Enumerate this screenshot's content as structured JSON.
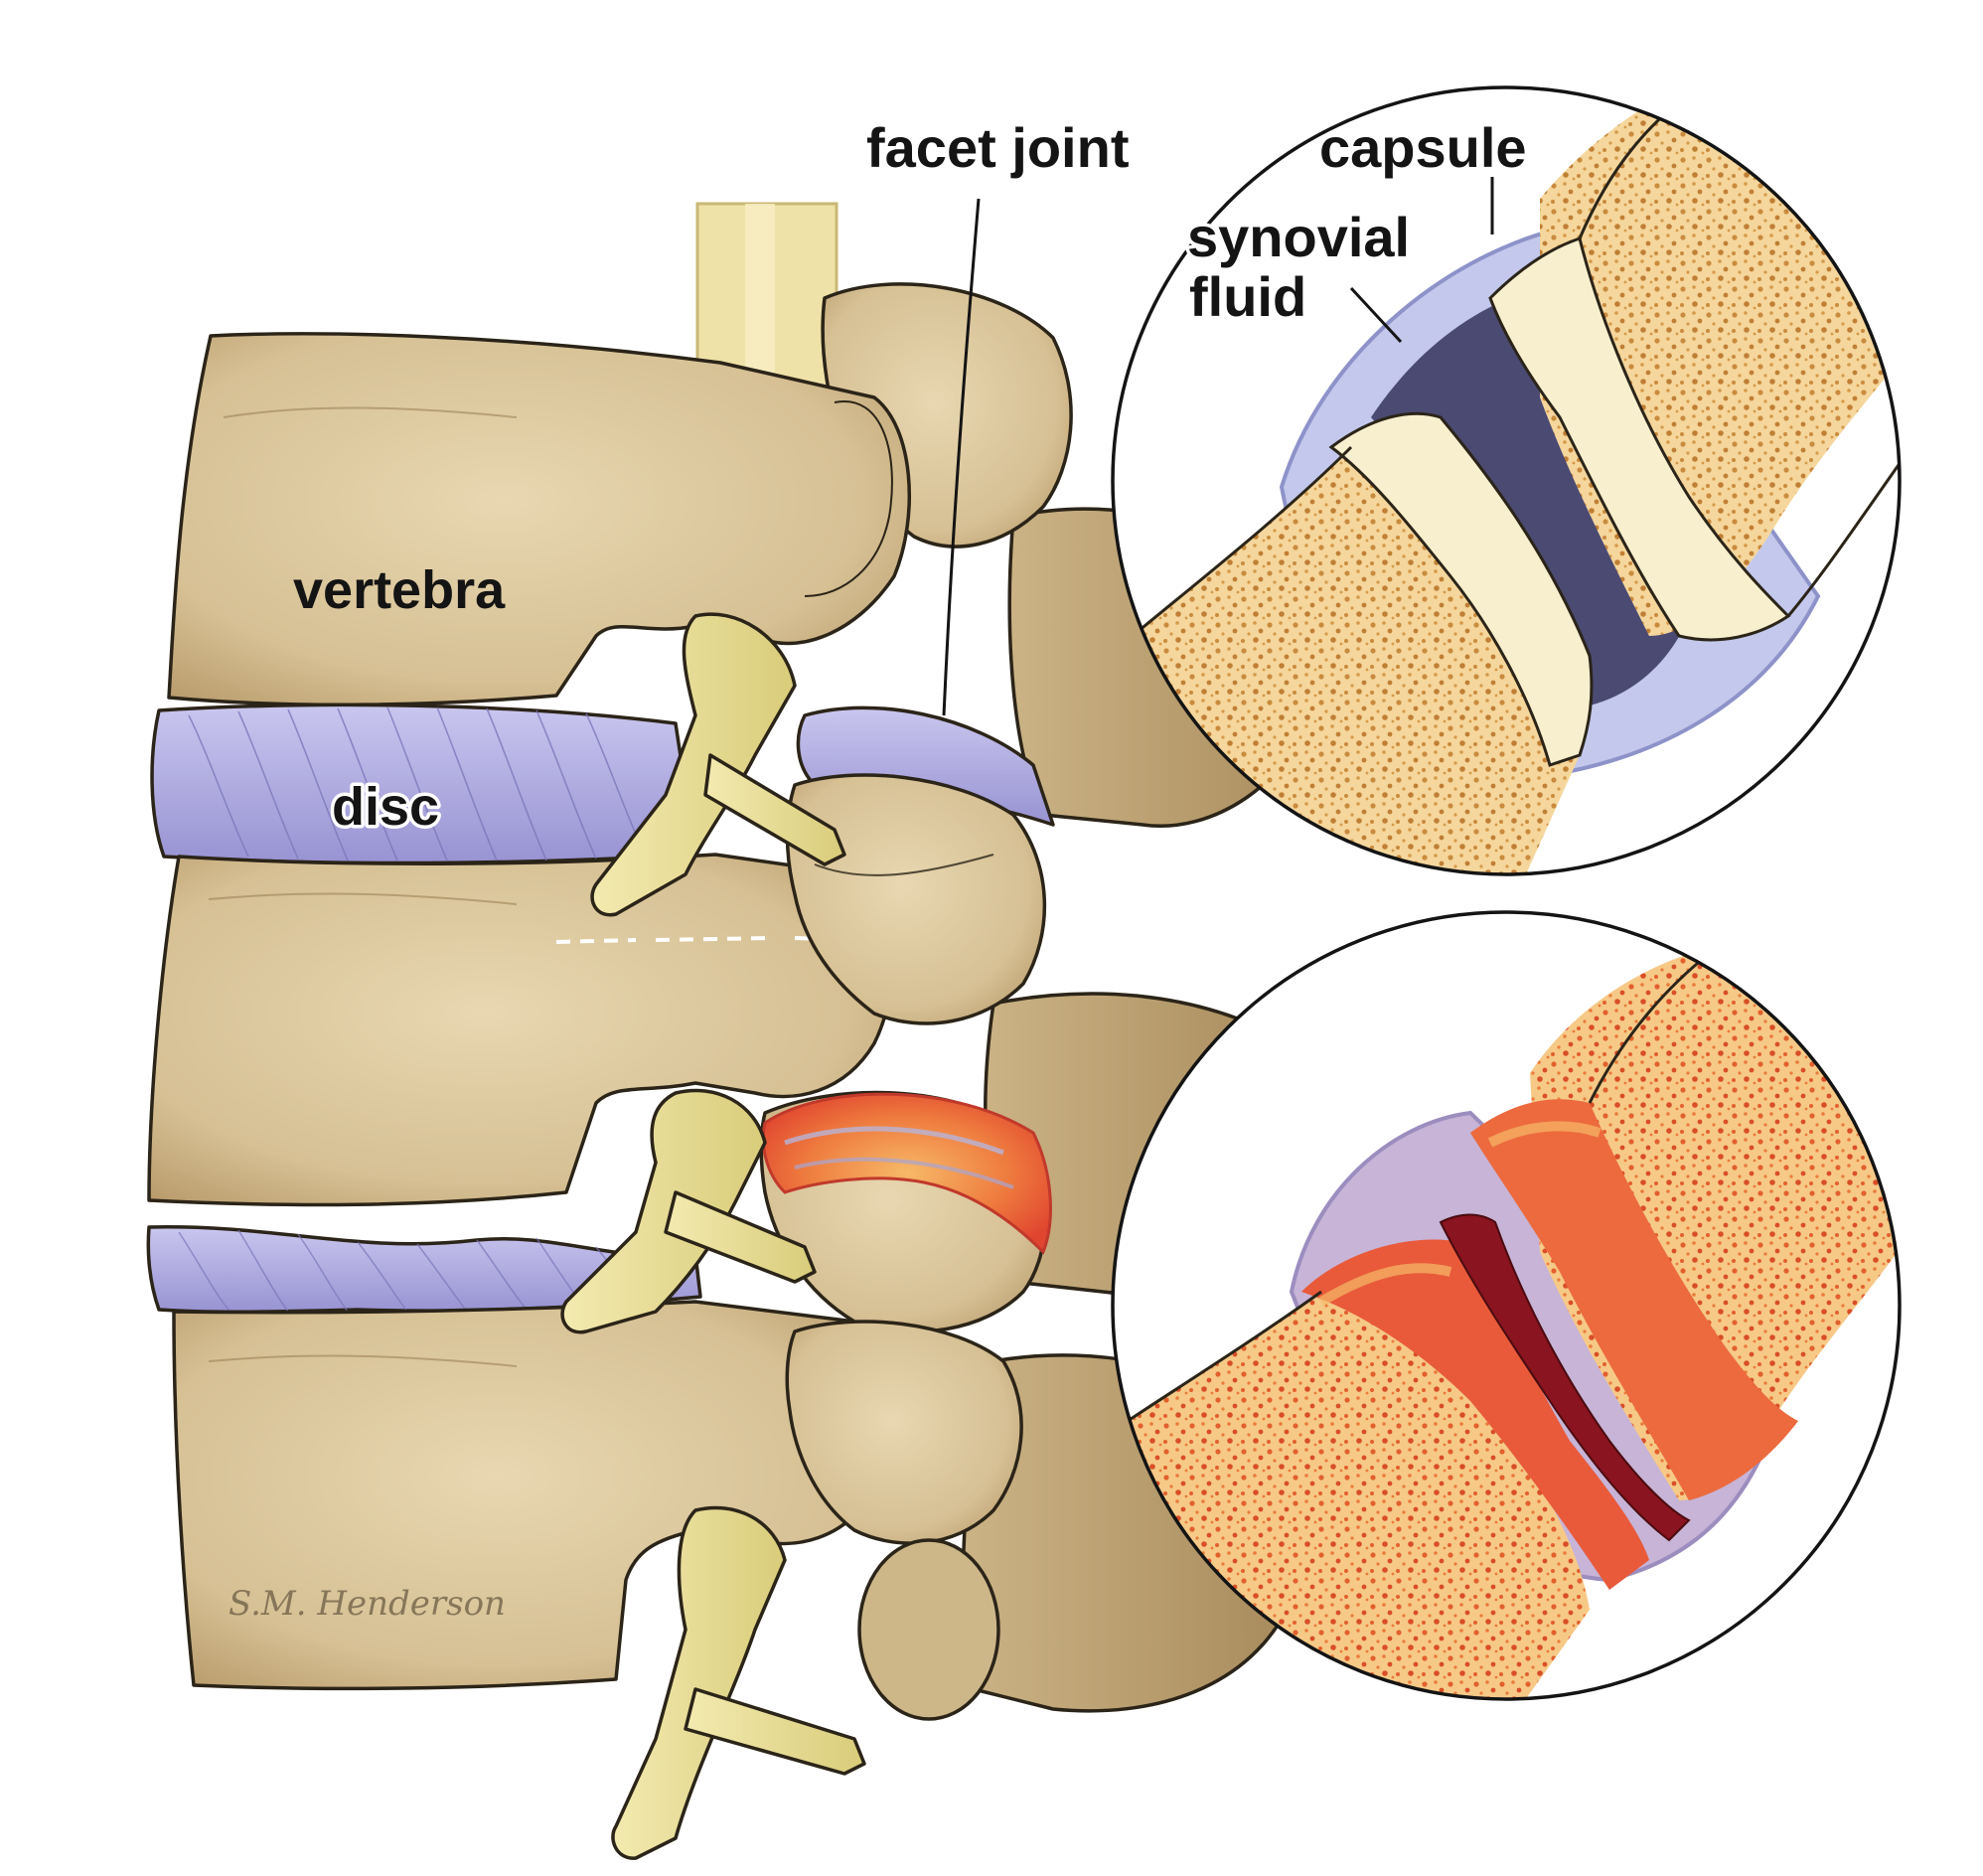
{
  "labels": {
    "facet_joint": "facet joint",
    "capsule": "capsule",
    "synovial": "synovial",
    "fluid": "fluid",
    "vertebra": "vertebra",
    "disc": "disc"
  },
  "signature": "S.M. Henderson",
  "colors": {
    "bone": "#dcc79e",
    "bone_shade": "#b99d6e",
    "disc": "#b6b3e3",
    "nerve": "#eee39a",
    "cartilage": "#f8efcf",
    "spongy": "#f4d494",
    "pores": "#c98b3e",
    "synovial_fluid": "#4b4a72",
    "capsule": "#b9bfe6",
    "inflamed": "#e85a3a",
    "inflamed_light": "#f59a52",
    "joint_blood": "#8a1420"
  }
}
